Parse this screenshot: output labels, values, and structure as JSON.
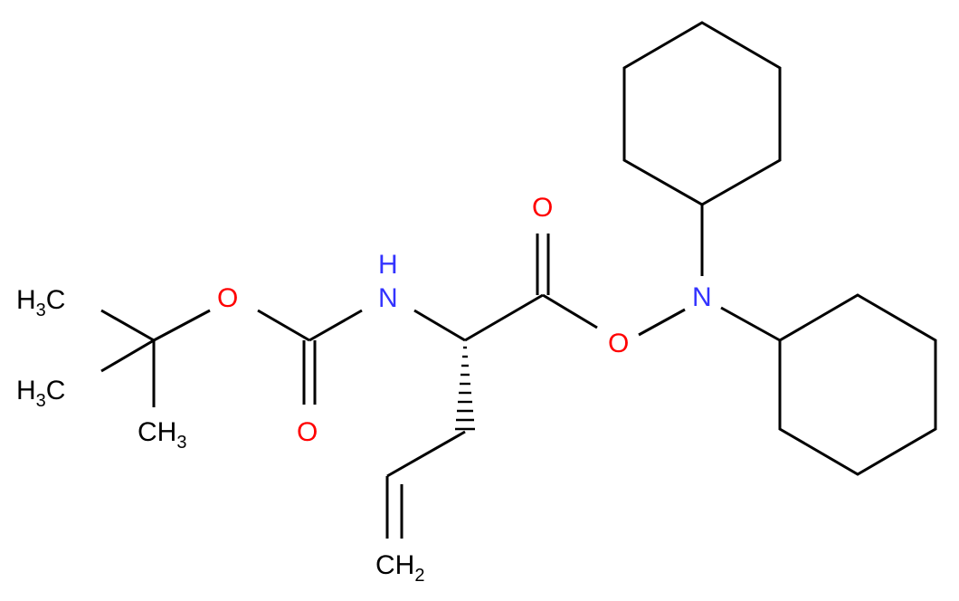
{
  "colors": {
    "bond": "#000000",
    "carbon": "#000000",
    "oxygen": "#ff0000",
    "nitrogen": "#3333ff"
  },
  "atoms": {
    "ch3_top": {
      "main": "H",
      "sub": "3",
      "tail": "C"
    },
    "ch3_mid": {
      "main": "H",
      "sub": "3",
      "tail": "C"
    },
    "ch3_bottom": {
      "main": "CH",
      "sub": "3"
    },
    "o_ether": "O",
    "o_carbonyl_boc": "O",
    "nh": "H",
    "n_amide": "N",
    "o_carbonyl_ester": "O",
    "o_ester": "O",
    "n_amine": "N",
    "ch2_terminal": {
      "main": "CH",
      "sub": "2"
    }
  }
}
